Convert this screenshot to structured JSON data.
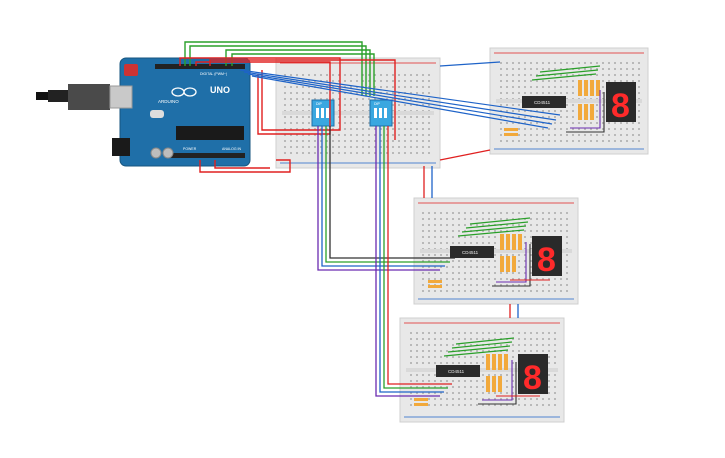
{
  "arduino": {
    "brand": "UNO",
    "logo_text": "ARDUINO",
    "digital_label": "DIGITAL (PWM~)",
    "power_label": "POWER",
    "analog_label": "ANALOG IN"
  },
  "components": {
    "dip_switch_label": "DIP",
    "chip_label": "CD4511"
  },
  "colors": {
    "board_blue": "#1f6fa8",
    "breadboard": "#e6e6e6",
    "wire_red": "#e02020",
    "wire_green": "#2aa02a",
    "wire_blue": "#1e63c8",
    "wire_purple": "#6a2bb0",
    "wire_dark": "#333333",
    "segment_red": "#ff2a2a",
    "display_body": "#2a2a2a",
    "resistor": "#f2a93b"
  },
  "displays": [
    {
      "digit": "8"
    },
    {
      "digit": "8"
    },
    {
      "digit": "8"
    }
  ]
}
